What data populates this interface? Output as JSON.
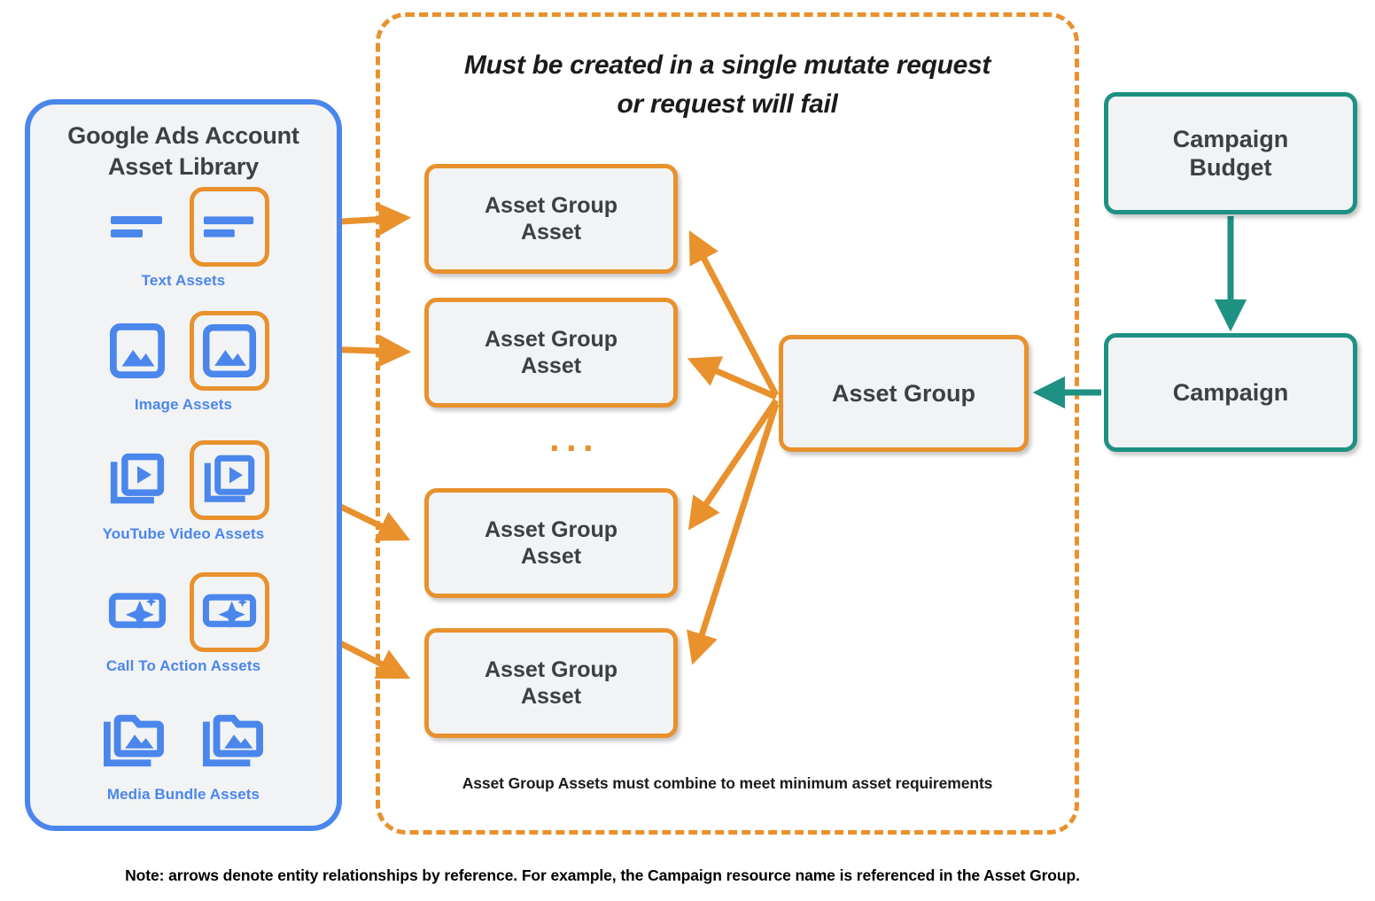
{
  "colors": {
    "orange": "#e8912d",
    "blue": "#4a86ec",
    "teal": "#1e9183",
    "node_fill": "#f1f3f4",
    "text_dark": "#3c4043"
  },
  "library": {
    "title": "Google Ads Account\nAsset Library",
    "assets": [
      {
        "label": "Text Assets",
        "icon": "text-asset-icon"
      },
      {
        "label": "Image Assets",
        "icon": "image-asset-icon"
      },
      {
        "label": "YouTube Video  Assets",
        "icon": "youtube-video-asset-icon"
      },
      {
        "label": "Call To Action Assets",
        "icon": "call-to-action-asset-icon"
      },
      {
        "label": "Media Bundle  Assets",
        "icon": "media-bundle-asset-icon"
      }
    ]
  },
  "mutate_region": {
    "title": "Must be created in a single mutate request\nor request will fail",
    "footnote": "Asset Group Assets must combine to meet minimum asset requirements",
    "ellipsis": "···",
    "asset_group_assets": [
      {
        "label": "Asset Group\nAsset"
      },
      {
        "label": "Asset Group\nAsset"
      },
      {
        "label": "Asset Group\nAsset"
      },
      {
        "label": "Asset Group\nAsset"
      }
    ]
  },
  "nodes": {
    "asset_group": "Asset Group",
    "campaign_budget": "Campaign\nBudget",
    "campaign": "Campaign"
  },
  "note": "Note: arrows denote entity relationships by reference. For example, the Campaign resource name is referenced in the Asset Group."
}
